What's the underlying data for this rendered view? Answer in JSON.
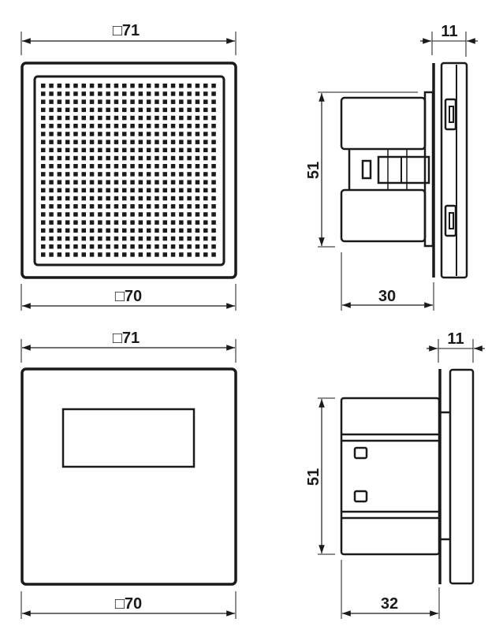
{
  "views": {
    "speaker_front": {
      "width_top": "□71",
      "width_bottom": "□70"
    },
    "speaker_side": {
      "depth_front": "11",
      "height": "51",
      "depth_body": "30"
    },
    "display_front": {
      "width_top": "□71",
      "width_bottom": "□70"
    },
    "display_side": {
      "depth_front": "11",
      "height": "51",
      "depth_body": "32"
    }
  },
  "colors": {
    "line": "#1a1a1a",
    "background": "#ffffff"
  }
}
